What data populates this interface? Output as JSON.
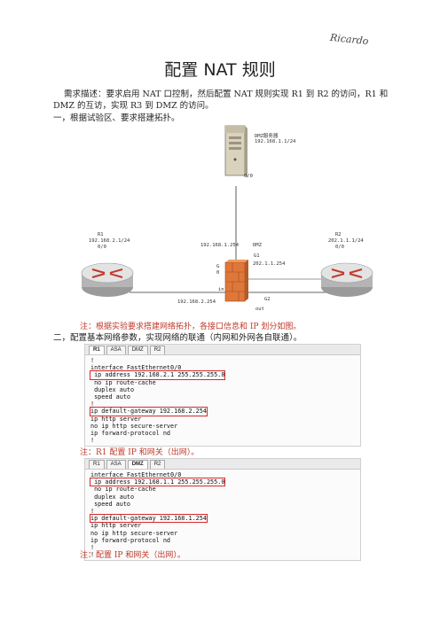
{
  "signature": "Ricardo",
  "title": "配置 NAT 规则",
  "intro": "需求描述：要求启用 NAT 口控制，然后配置 NAT 规则实现 R1 到 R2 的访问，R1 和 DMZ 的互访，实现 R3 到 DMZ 的访问。",
  "step1": "一，根据试验区、要求搭建拓扑。",
  "topology": {
    "server_label": "DMZ服务器",
    "server_ip": "192.168.1.1/24",
    "server_port": "0/0",
    "r1_name": "R1",
    "r1_ip": "192.168.2.1/24",
    "r1_port": "0/0",
    "r2_name": "R2",
    "r2_ip": "202.1.1.1/24",
    "r2_port": "0/0",
    "fw_dmz_ip": "192.168.1.254",
    "fw_dmz_label": "DMZ",
    "fw_g0": "G",
    "fw_g0b": "0",
    "fw_g1": "G1",
    "fw_out_ip": "202.1.1.254",
    "fw_in_ip": "192.168.2.254",
    "fw_in_label": "in",
    "fw_g2": "G2",
    "fw_out_label": "out"
  },
  "note1": "注：根据实验要求搭建网络拓扑，各接口信息和 IP 划分如图。",
  "step2": "二，配置基本网络参数，实现网络的联通（内网和外网各自联通）。",
  "shot1": {
    "tabs": [
      "R1",
      "ASA",
      "DMZ",
      "R2"
    ],
    "lines": [
      "!",
      "interface FastEthernet0/0",
      " ip address 192.168.2.1 255.255.255.0",
      " no ip route-cache",
      " duplex auto",
      " speed auto",
      "!",
      "ip default-gateway 192.168.2.254",
      "ip http server",
      "no ip http secure-server",
      "ip forward-protocol nd",
      "!"
    ]
  },
  "note2": "注：R1 配置 IP 和网关（出网）。",
  "shot2": {
    "tabs": [
      "R1",
      "ASA",
      "DMZ",
      "R2"
    ],
    "lines": [
      "interface FastEthernet0/0",
      " ip address 192.168.1.1 255.255.255.0",
      " no ip route-cache",
      " duplex auto",
      " speed auto",
      "!",
      "ip default-gateway 192.168.1.254",
      "ip http server",
      "no ip http secure-server",
      "ip forward-protocol nd",
      "!",
      "!"
    ]
  },
  "note3": "注：配置 IP 和网关（出网）。"
}
